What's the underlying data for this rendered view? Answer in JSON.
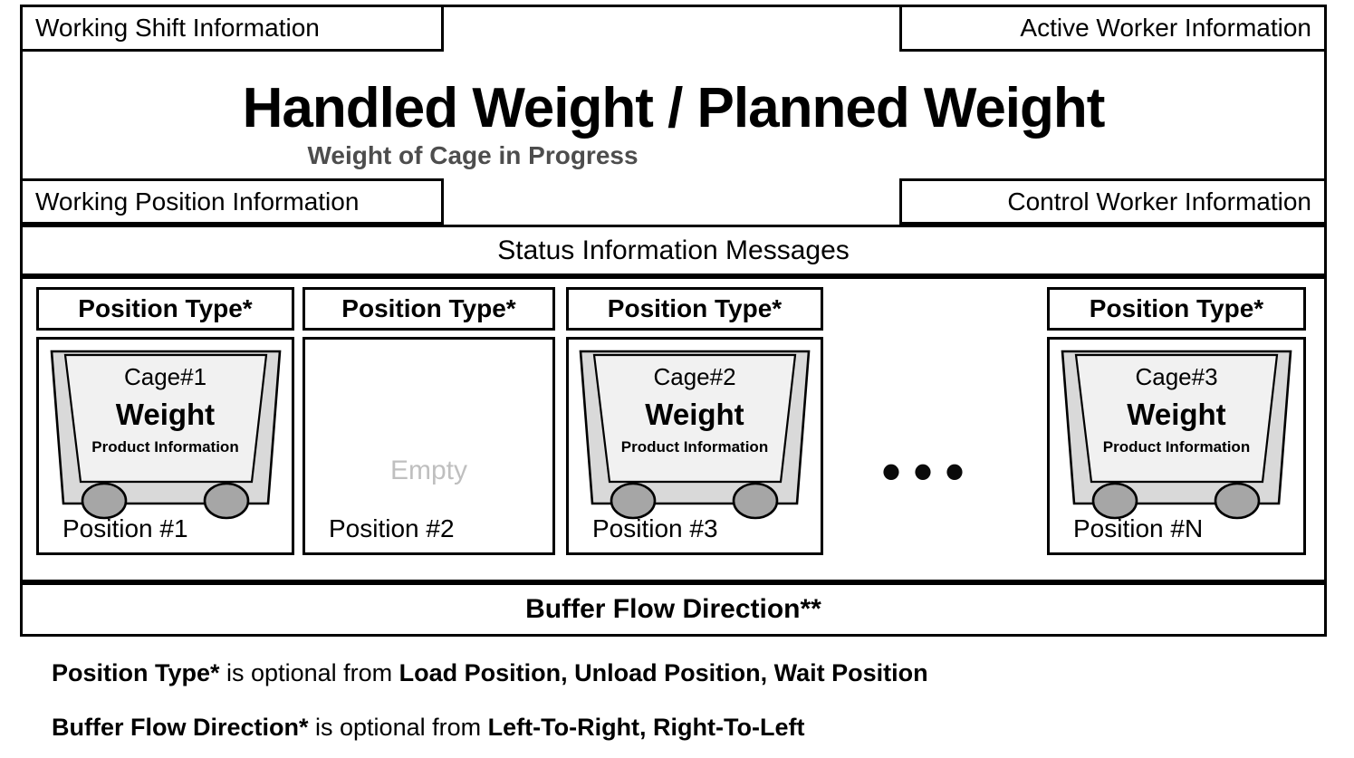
{
  "colors": {
    "cart_outer": "#d9d9d9",
    "cart_inner": "#f1f1f1",
    "wheel": "#a6a6a6",
    "empty_text": "#bfbfbf",
    "subtitle_text": "#4d4d4d",
    "line": "#000000"
  },
  "top": {
    "working_shift_label": "Working Shift Information",
    "active_worker_label": "Active Worker Information",
    "title": "Handled Weight / Planned Weight",
    "subtitle": "Weight of Cage in Progress",
    "working_position_label": "Working Position Information",
    "control_worker_label": "Control Worker Information"
  },
  "status_bar": {
    "label": "Status Information Messages"
  },
  "buffer_bar": {
    "label": "Buffer Flow Direction**"
  },
  "ellipsis": "•••",
  "positions": [
    {
      "type_label": "Position Type*",
      "position_label": "Position #1",
      "state": "occupied",
      "cage": {
        "name": "Cage#1",
        "weight_label": "Weight",
        "product_label": "Product Information"
      }
    },
    {
      "type_label": "Position Type*",
      "position_label": "Position #2",
      "state": "empty",
      "empty_label": "Empty"
    },
    {
      "type_label": "Position Type*",
      "position_label": "Position #3",
      "state": "occupied",
      "cage": {
        "name": "Cage#2",
        "weight_label": "Weight",
        "product_label": "Product Information"
      }
    },
    {
      "type_label": "Position Type*",
      "position_label": "Position #N",
      "state": "occupied",
      "cage": {
        "name": "Cage#3",
        "weight_label": "Weight",
        "product_label": "Product Information"
      }
    }
  ],
  "footnotes": [
    {
      "segments": [
        {
          "text": "Position Type*",
          "bold": true
        },
        {
          "text": " is optional from ",
          "bold": false
        },
        {
          "text": "Load Position, Unload Position, Wait Position",
          "bold": true
        }
      ]
    },
    {
      "segments": [
        {
          "text": "Buffer Flow Direction*",
          "bold": true
        },
        {
          "text": " is optional from ",
          "bold": false
        },
        {
          "text": "Left-To-Right, Right-To-Left",
          "bold": true
        }
      ]
    }
  ]
}
